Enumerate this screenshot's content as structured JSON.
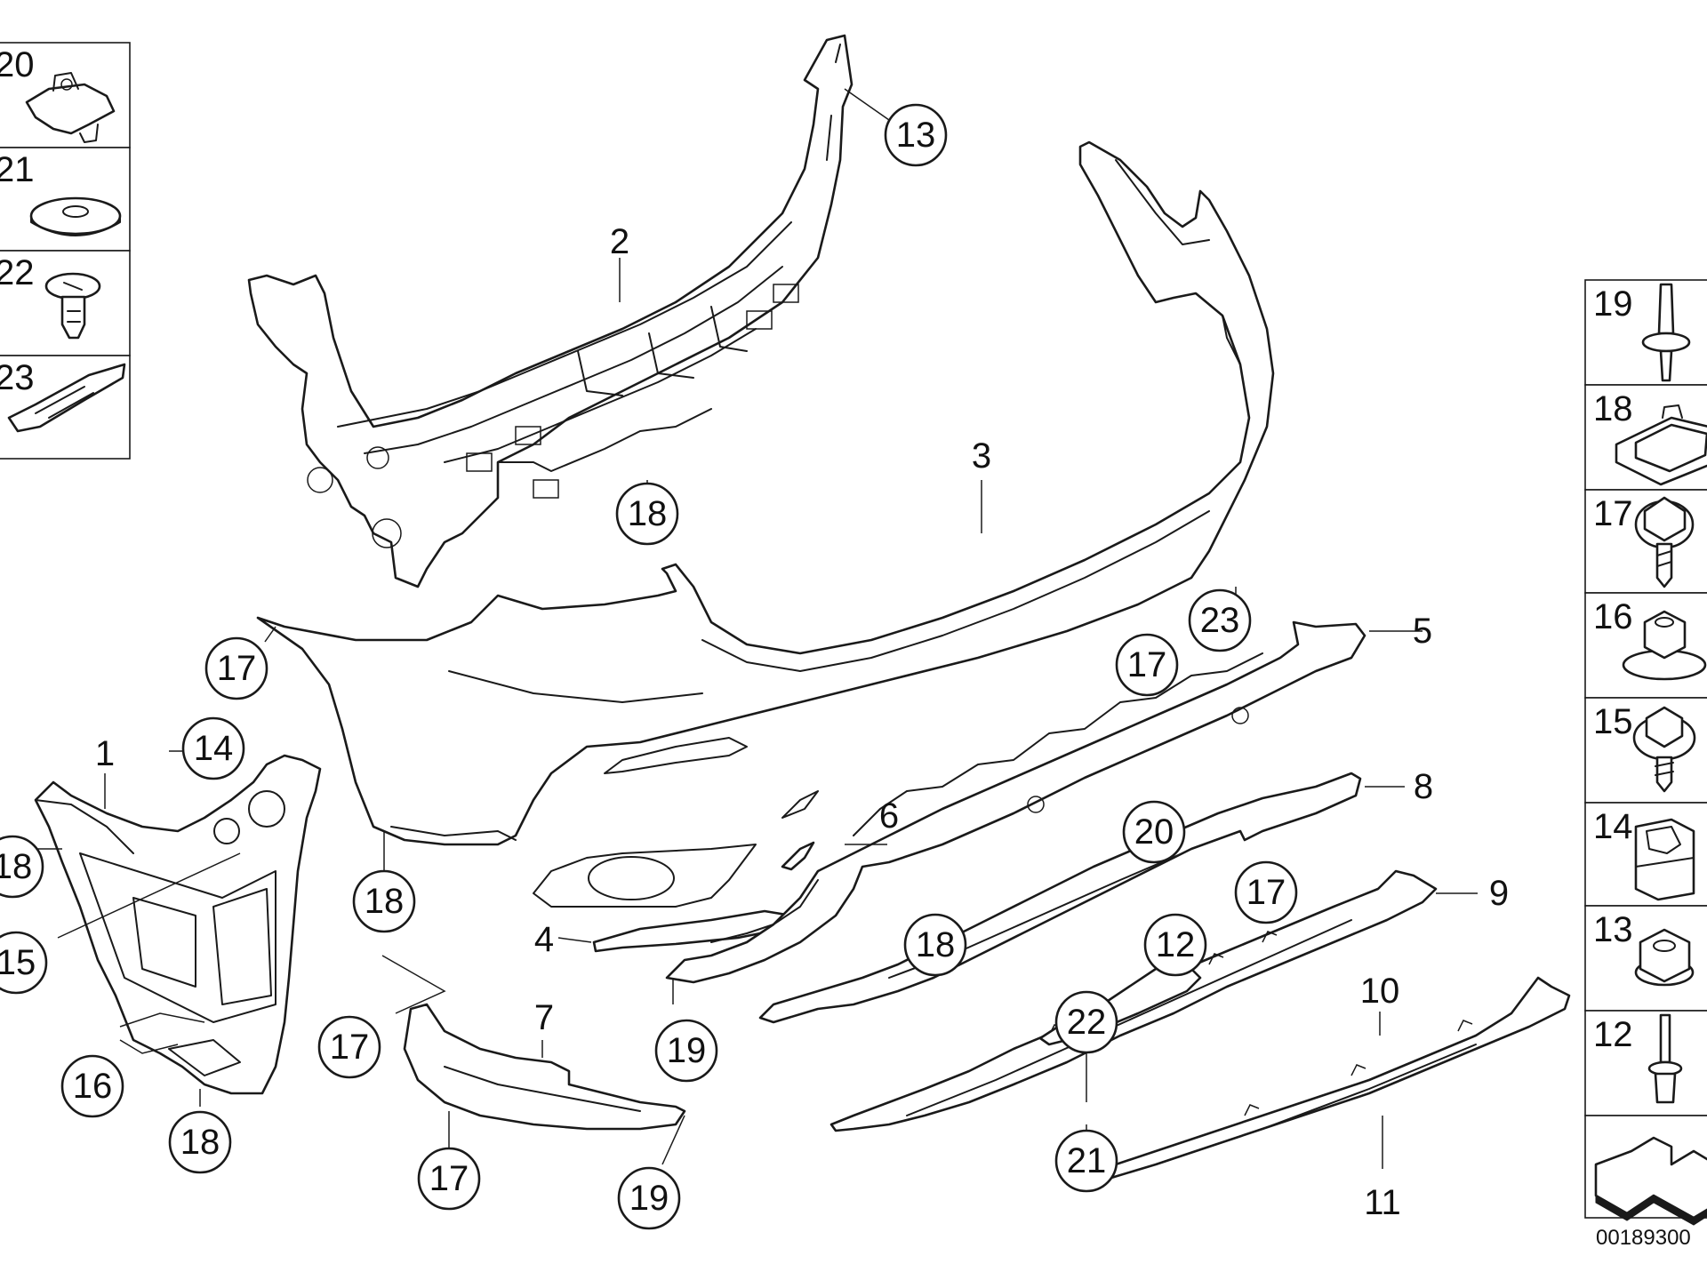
{
  "callouts": [
    "13",
    "2",
    "18",
    "3",
    "23",
    "5",
    "17",
    "17",
    "1",
    "14",
    "18",
    "15",
    "6",
    "20",
    "8",
    "18",
    "17",
    "12",
    "9",
    "4",
    "18",
    "16",
    "17",
    "7",
    "19",
    "10",
    "22",
    "18",
    "17",
    "19",
    "21",
    "11"
  ],
  "labels": [
    "2",
    "3",
    "5",
    "1",
    "6",
    "8",
    "9",
    "4",
    "7",
    "10",
    "11"
  ],
  "legend_left": [
    "20",
    "21",
    "22",
    "23"
  ],
  "legend_right": [
    "19",
    "18",
    "17",
    "16",
    "15",
    "14",
    "13",
    "12"
  ],
  "diagram_code": "00189300"
}
